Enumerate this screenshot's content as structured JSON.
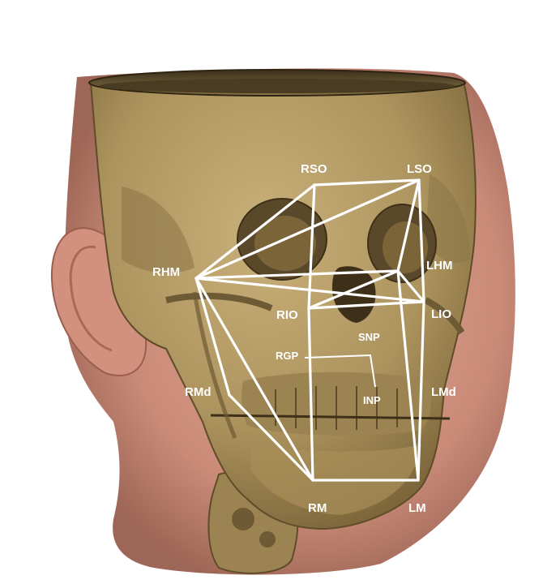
{
  "figure": {
    "landmarks": {
      "rso": "RSO",
      "lso": "LSO",
      "rhm": "RHM",
      "lhm": "LHM",
      "rio": "RIO",
      "lio": "LIO",
      "snp": "SNP",
      "rgp": "RGP",
      "inp": "INP",
      "rmd": "RMd",
      "lmd": "LMd",
      "rm": "RM",
      "lm": "LM"
    },
    "colors": {
      "skin": "#c98a78",
      "bone": "#b39a64",
      "bone_shadow": "#6e5a34",
      "lines": "#ffffff"
    }
  }
}
